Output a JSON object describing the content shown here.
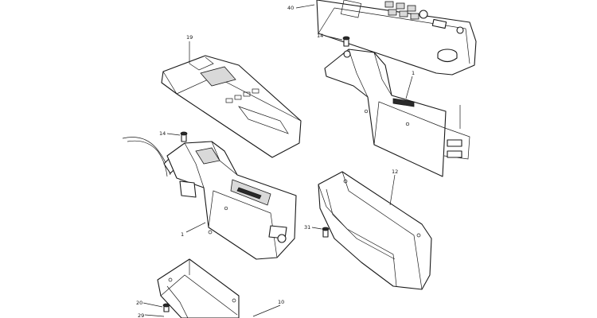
{
  "callouts": {
    "c40": "40",
    "c19": "19",
    "c14a": "14",
    "c1a": "1",
    "c14b": "14",
    "c12": "12",
    "c1b": "1",
    "c31": "31",
    "c20": "20",
    "c29": "29",
    "c10": "10"
  }
}
